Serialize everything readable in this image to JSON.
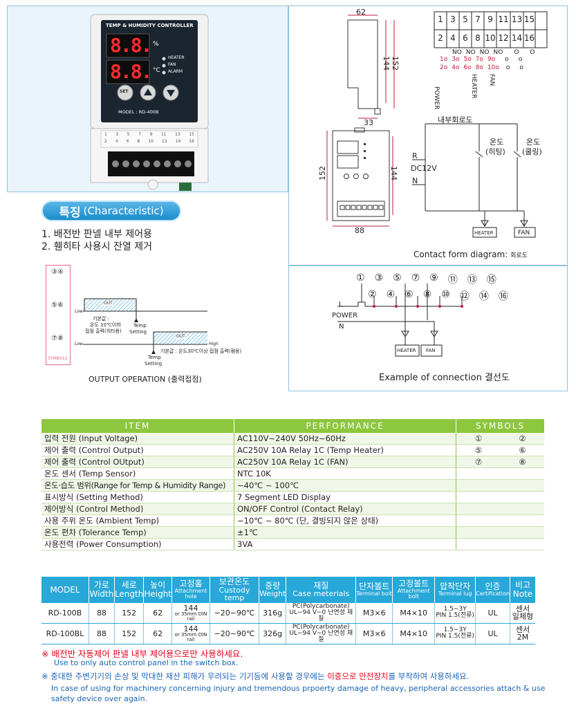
{
  "device": {
    "title": "TEMP & HUMIDITY CONTROLLER",
    "model_label": "MODEL : RD-400B",
    "digits_top": "8.8.",
    "digits_bottom": "8.8.",
    "unit_top": "%",
    "unit_bottom": "°C",
    "leds": [
      "HEATER",
      "FAN",
      "ALARM"
    ],
    "set_label": "SET",
    "terminal_numbers_top": [
      "1",
      "3",
      "5",
      "7",
      "9",
      "11",
      "13",
      "15"
    ],
    "terminal_numbers_bottom": [
      "2",
      "4",
      "6",
      "8",
      "10",
      "12",
      "14",
      "16"
    ]
  },
  "characteristic": {
    "title": "특징",
    "title_en": "(Characteristic)",
    "items": [
      "1. 배전반 판넬 내부 제어용",
      "2. 휀히타 사용시 잔열 제거"
    ]
  },
  "output_operation": {
    "symbols": [
      "③④",
      "⑤⑥",
      "⑦⑧"
    ],
    "symbols_label": "SYMBOLS",
    "out": "OUT",
    "low": "Low",
    "high": "High",
    "heat_note": [
      "기본값 :",
      "온도 10℃이하",
      "접점 출력(히타용)"
    ],
    "temp_setting": [
      "Temp",
      "Setting"
    ],
    "cool_note": "기본값 : 온도30℃이상 접점 출력(휀용)",
    "caption": "OUTPUT OPERATION (출력접점)"
  },
  "dimensions": {
    "side_width": "62",
    "side_height_inner": "144",
    "side_height_outer": "152",
    "side_depth": "33",
    "front_height_outer": "152",
    "front_height_inner": "144",
    "front_width": "88"
  },
  "terminal_block": {
    "top": [
      "1",
      "3",
      "5",
      "7",
      "9",
      "11",
      "13",
      "15"
    ],
    "bottom": [
      "2",
      "4",
      "6",
      "8",
      "10",
      "12",
      "14",
      "16"
    ],
    "row_no": [
      "NO",
      "NO",
      "NO",
      "NO",
      "O",
      "O"
    ],
    "row_odd": [
      "1o",
      "3o",
      "5o",
      "7o",
      "9o",
      "o",
      "o"
    ],
    "row_even": [
      "2o",
      "4o",
      "6o",
      "8o",
      "10o",
      "o",
      "o"
    ],
    "vertical": [
      "POWER",
      "HEATER",
      "FAN"
    ]
  },
  "contact_form": {
    "internal": "내부회로도",
    "heat_label": [
      "온도",
      "(히팅)"
    ],
    "cool_label": [
      "온도",
      "(쿨링)"
    ],
    "r": "R",
    "dc": "DC12V",
    "n": "N",
    "heater": "HEATER",
    "fan": "FAN",
    "caption": "Contact form diagram:",
    "caption_k": "회로도"
  },
  "connection": {
    "top_nums": [
      "①",
      "③",
      "⑤",
      "⑦",
      "⑨",
      "⑪",
      "⑬",
      "⑮"
    ],
    "bottom_nums": [
      "②",
      "④",
      "⑥",
      "⑧",
      "⑩",
      "⑫",
      "⑭",
      "⑯"
    ],
    "l": "L",
    "power": "POWER",
    "n": "N",
    "heater": "HEATER",
    "fan": "FAN",
    "caption": "Example of connection 결선도"
  },
  "spec_table": {
    "headers": [
      "ITEM",
      "PERFORMANCE",
      "SYMBOLS"
    ],
    "rows": [
      {
        "item": "입력 전원 (Input Voltage)",
        "perf": "AC110V∼240V  50Hz∼60Hz",
        "sym1": "①",
        "sym2": "②"
      },
      {
        "item": "제어 출력 (Control Output)",
        "perf": "AC250V 10A Relay 1C (Temp Heater)",
        "sym1": "⑤",
        "sym2": "⑥"
      },
      {
        "item": "제어 출력 (Control OUtput)",
        "perf": "AC250V 10A Relay 1C (FAN)",
        "sym1": "⑦",
        "sym2": "⑧"
      },
      {
        "item": "온도 센서 (Temp Sensor)",
        "perf": "NTC 10K",
        "sym1": "",
        "sym2": ""
      },
      {
        "item": "온도·습도 범위(Range for Temp & Humidity Range)",
        "perf": "−40℃ ∼ 100℃",
        "sym1": "",
        "sym2": ""
      },
      {
        "item": "표시방식 (Setting Method)",
        "perf": "7 Segment LED Display",
        "sym1": "",
        "sym2": ""
      },
      {
        "item": "제어방식 (Control Method)",
        "perf": "ON/OFF Control (Contact Relay)",
        "sym1": "",
        "sym2": ""
      },
      {
        "item": "사용 주위 온도 (Ambient Temp)",
        "perf": "−10℃ ∼ 80℃ (단, 결빙되지 않은 상태)",
        "sym1": "",
        "sym2": ""
      },
      {
        "item": "온도 편차 (Tolerance Temp)",
        "perf": "±1℃",
        "sym1": "",
        "sym2": ""
      },
      {
        "item": "사용전력 (Power Consumption)",
        "perf": "3VA",
        "sym1": "",
        "sym2": ""
      }
    ]
  },
  "model_table": {
    "headers": [
      {
        "k": "MODEL",
        "e": ""
      },
      {
        "k": "가로",
        "e": "Width"
      },
      {
        "k": "세로",
        "e": "Length"
      },
      {
        "k": "높이",
        "e": "Height"
      },
      {
        "k": "고정홀",
        "e": "Attachment hole"
      },
      {
        "k": "보관온도",
        "e": "Custody temp"
      },
      {
        "k": "중량",
        "e": "Weight"
      },
      {
        "k": "재질",
        "e": "Case meterials"
      },
      {
        "k": "단자볼트",
        "e": "Terminal bolt"
      },
      {
        "k": "고정볼트",
        "e": "Attachment bolt"
      },
      {
        "k": "압착단자",
        "e": "Terminal lug"
      },
      {
        "k": "인증",
        "e": "Certification"
      },
      {
        "k": "비고",
        "e": "Note"
      }
    ],
    "rows": [
      {
        "model": "RD-100B",
        "w": "88",
        "l": "152",
        "h": "62",
        "hole1": "144",
        "hole2": "or 35mm DIN rail",
        "temp": "−20∼90℃",
        "weight": "316g",
        "mat1": "PC(Polycarbonate)",
        "mat2": "UL−94 V−0 난연성 재질",
        "tbolt": "M3×6",
        "abolt": "M4×10",
        "lug1": "1.5∼3Y",
        "lug2": "PIN 1.5(전류)",
        "cert": "UL",
        "note1": "센서",
        "note2": "일체형"
      },
      {
        "model": "RD-100BL",
        "w": "88",
        "l": "152",
        "h": "62",
        "hole1": "144",
        "hole2": "or 35mm DIN rail",
        "temp": "−20∼90℃",
        "weight": "326g",
        "mat1": "PC(Polycarbonate)",
        "mat2": "UL−94 V−0 난연성 재질",
        "tbolt": "M3×6",
        "abolt": "M4×10",
        "lug1": "1.5∼3Y",
        "lug2": "PIN 1.5(전류)",
        "cert": "UL",
        "note1": "센서",
        "note2": "2M"
      }
    ]
  },
  "notes": {
    "n1_k": "※ 배전반 자동제어 판넬 내부 제어용으로만 사용하세요.",
    "n1_e": "Use to only auto control panel in the switch box.",
    "n2_k_a": "※ 중대한 주변기기의 손상 및 막대한 재산 피해가 우려되는 기기등에 사용할 경우에는 ",
    "n2_k_b": "이중으로 안전장치",
    "n2_k_c": "를 부착하여 사용하세요.",
    "n2_e": "In case of using for machinery concerning injury and tremendous prpoerty damage of heavy, peripheral accessories attach & use safety device over again."
  }
}
